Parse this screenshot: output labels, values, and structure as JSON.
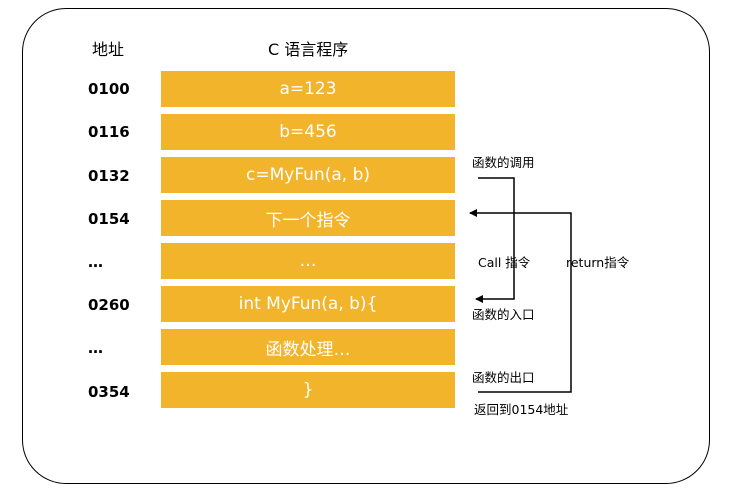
{
  "header": {
    "address_label": "地址",
    "program_label": "C 语言程序"
  },
  "rows": [
    {
      "address": "0100",
      "code": "a=123"
    },
    {
      "address": "0116",
      "code": "b=456"
    },
    {
      "address": "0132",
      "code": "c=MyFun(a, b)"
    },
    {
      "address": "0154",
      "code": "下一个指令"
    },
    {
      "address": "…",
      "code": "…"
    },
    {
      "address": "0260",
      "code": "int MyFun(a, b){"
    },
    {
      "address": "…",
      "code": "函数处理…"
    },
    {
      "address": "0354",
      "code": "}"
    }
  ],
  "annotations": {
    "function_call": "函数的调用",
    "call_instruction": "Call 指令",
    "return_instruction": "return指令",
    "function_entry": "函数的入口",
    "function_exit": "函数的出口",
    "return_to": "返回到0154地址"
  },
  "colors": {
    "block_fill": "#f2b42a",
    "block_text": "#ffffff",
    "line": "#000000"
  }
}
